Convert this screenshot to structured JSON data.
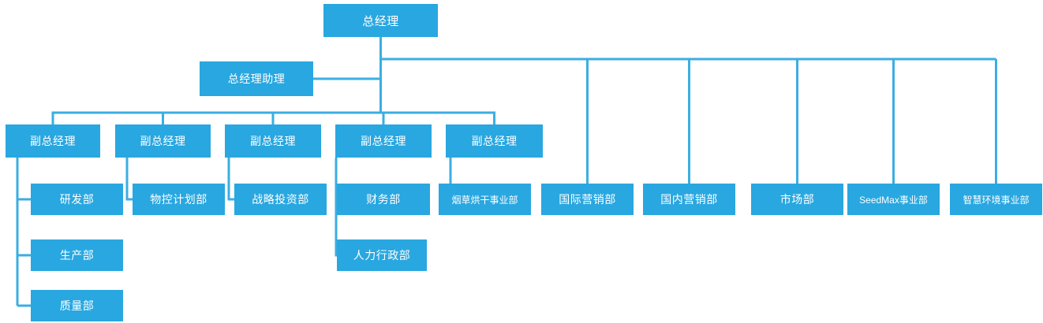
{
  "diagram": {
    "type": "org-chart",
    "box_color": "#29A7E0",
    "line_color": "#3BAEE2",
    "text_color": "#FFFFFF"
  },
  "nodes": [
    {
      "id": "general-manager",
      "label": "总经理",
      "parent": null
    },
    {
      "id": "gm-assistant",
      "label": "总经理助理",
      "parent": "general-manager"
    },
    {
      "id": "deputy-gm-1",
      "label": "副总经理",
      "parent": "general-manager"
    },
    {
      "id": "deputy-gm-2",
      "label": "副总经理",
      "parent": "general-manager"
    },
    {
      "id": "deputy-gm-3",
      "label": "副总经理",
      "parent": "general-manager"
    },
    {
      "id": "deputy-gm-4",
      "label": "副总经理",
      "parent": "general-manager"
    },
    {
      "id": "deputy-gm-5",
      "label": "副总经理",
      "parent": "general-manager"
    },
    {
      "id": "rd-dept",
      "label": "研发部",
      "parent": "deputy-gm-1"
    },
    {
      "id": "material-planning-dept",
      "label": "物控计划部",
      "parent": "deputy-gm-2"
    },
    {
      "id": "strategic-investment-dept",
      "label": "战略投资部",
      "parent": "deputy-gm-3"
    },
    {
      "id": "finance-dept",
      "label": "财务部",
      "parent": "deputy-gm-4"
    },
    {
      "id": "tobacco-curing-division",
      "label": "烟草烘干事业部",
      "parent": "deputy-gm-5"
    },
    {
      "id": "international-marketing-dept",
      "label": "国际营销部",
      "parent": "general-manager"
    },
    {
      "id": "domestic-marketing-dept",
      "label": "国内营销部",
      "parent": "general-manager"
    },
    {
      "id": "marketing-dept",
      "label": "市场部",
      "parent": "general-manager"
    },
    {
      "id": "seedmax-division",
      "label": "SeedMax事业部",
      "parent": "general-manager"
    },
    {
      "id": "smart-environment-division",
      "label": "智慧环境事业部",
      "parent": "general-manager"
    },
    {
      "id": "hr-admin-dept",
      "label": "人力行政部",
      "parent": "deputy-gm-4"
    },
    {
      "id": "production-dept",
      "label": "生产部",
      "parent": "deputy-gm-1"
    },
    {
      "id": "quality-dept",
      "label": "质量部",
      "parent": "deputy-gm-1"
    }
  ]
}
